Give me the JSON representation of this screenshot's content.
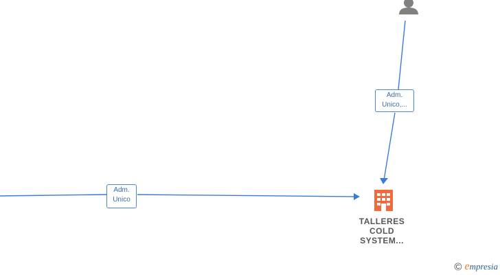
{
  "edges": [
    {
      "label_lines": [
        "Adm.",
        "Unico,..."
      ]
    },
    {
      "label_lines": [
        "Adm.",
        "Unico"
      ]
    }
  ],
  "nodes": {
    "company": {
      "name_lines": [
        "TALLERES",
        "COLD",
        "SYSTEM..."
      ],
      "icon": "building-icon",
      "color": "#f26a3b"
    },
    "person": {
      "icon": "person-icon",
      "color": "#808080"
    }
  },
  "colors": {
    "edge": "#3a7bd5",
    "label_border": "#4a86c8"
  },
  "watermark": {
    "symbol": "©",
    "initial": "e",
    "rest": "mpresia"
  }
}
